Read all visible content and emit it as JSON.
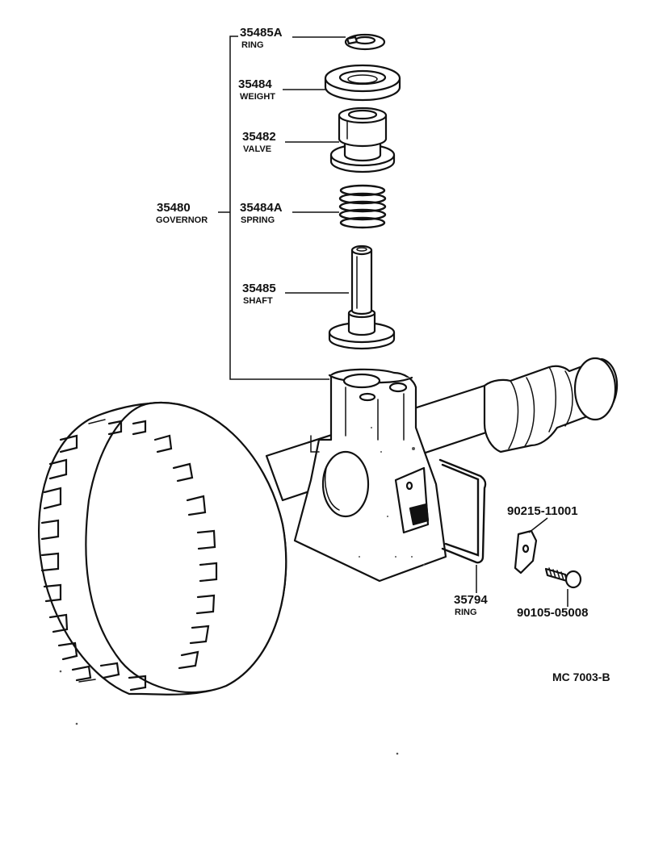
{
  "parts": {
    "ring_top": {
      "number": "35485A",
      "name": "RING"
    },
    "weight": {
      "number": "35484",
      "name": "WEIGHT"
    },
    "valve": {
      "number": "35482",
      "name": "VALVE"
    },
    "governor": {
      "number": "35480",
      "name": "GOVERNOR"
    },
    "spring": {
      "number": "35484A",
      "name": "SPRING"
    },
    "shaft": {
      "number": "35485",
      "name": "SHAFT"
    },
    "clip": {
      "number": "90215-11001"
    },
    "ring_wire": {
      "number": "35794",
      "name": "RING"
    },
    "bolt": {
      "number": "90105-05008"
    }
  },
  "diagram_code": "MC 7003-B"
}
